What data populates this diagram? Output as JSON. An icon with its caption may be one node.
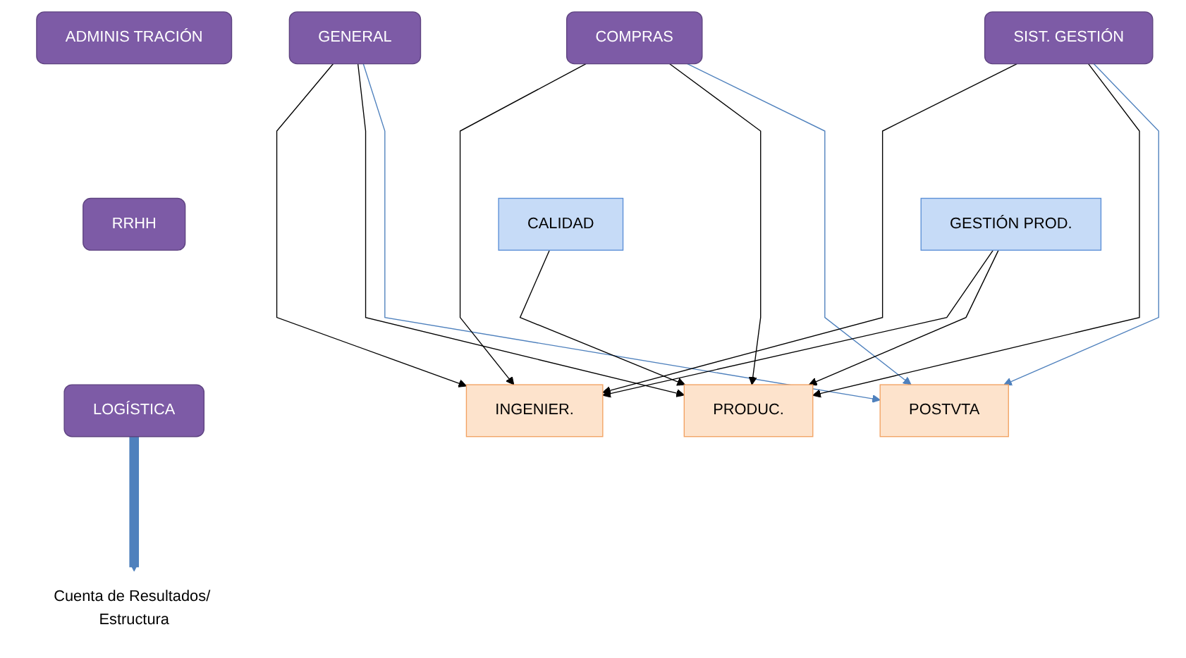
{
  "diagram": {
    "nodes": [
      {
        "text": [
          "GENERAL"
        ]
      },
      {
        "text": [
          "COMPRAS"
        ]
      },
      {
        "text": [
          "SIST. GESTIÓN"
        ]
      },
      {
        "text": [
          "ADMINIS TRACIÓN"
        ]
      },
      {
        "text": [
          "RRHH"
        ]
      },
      {
        "text": [
          "CALIDAD"
        ]
      },
      {
        "text": [
          "GESTIÓN PROD."
        ]
      },
      {
        "text": [
          "LOGÍSTICA"
        ]
      },
      {
        "text": [
          "INGENIER."
        ]
      },
      {
        "text": [
          "PRODUC."
        ]
      },
      {
        "text": [
          "POSTVTA"
        ]
      },
      {
        "text": [
          "Cuenta de Resultados/ Estructura"
        ]
      }
    ],
    "edges": [
      {
        "from": 0,
        "to": 8,
        "arrow": "to"
      },
      {
        "from": 0,
        "to": 9,
        "arrow": "to"
      },
      {
        "from": 0,
        "to": 10,
        "arrow": "to",
        "color": "#4f81bd"
      },
      {
        "from": 1,
        "to": 8,
        "arrow": "to"
      },
      {
        "from": 1,
        "to": 9,
        "arrow": "to"
      },
      {
        "from": 1,
        "to": 10,
        "arrow": "to",
        "color": "#4f81bd"
      },
      {
        "from": 2,
        "to": 8,
        "arrow": "to"
      },
      {
        "from": 2,
        "to": 9,
        "arrow": "to"
      },
      {
        "from": 2,
        "to": 10,
        "arrow": "to",
        "color": "#4f81bd"
      },
      {
        "from": 5,
        "to": 9,
        "arrow": "to"
      },
      {
        "from": 6,
        "to": 8,
        "arrow": "to"
      },
      {
        "from": 6,
        "to": 9,
        "arrow": "to"
      },
      {
        "from": 7,
        "to": 11,
        "arrow": "to",
        "style": "thick",
        "color": "#4f81bd"
      }
    ]
  }
}
